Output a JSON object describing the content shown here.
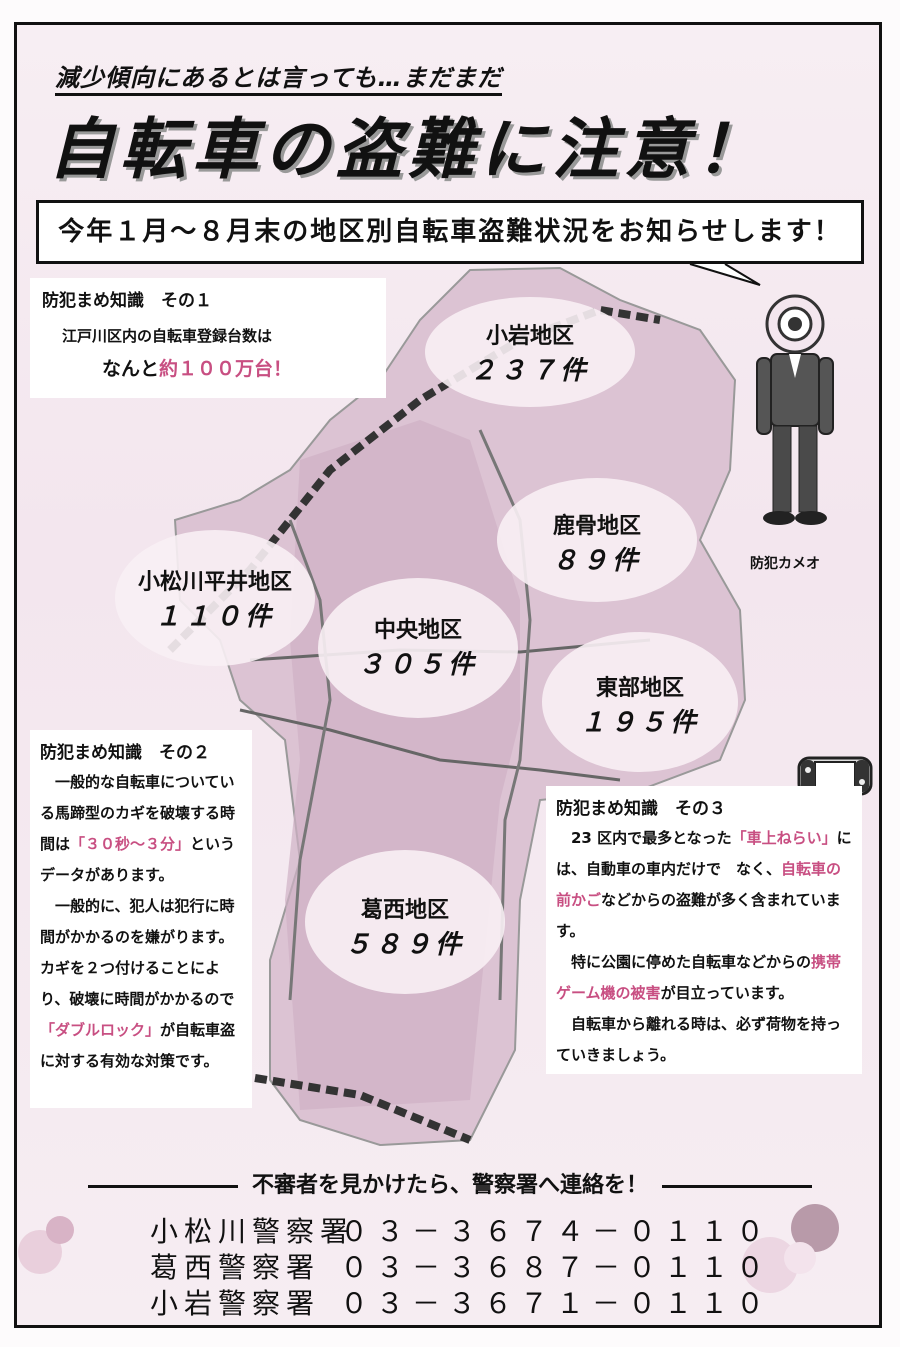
{
  "header": {
    "subtitle": "減少傾向にあるとは言っても…まだまだ",
    "title": "自転車の盗難に注意！",
    "banner": "今年１月～８月末の地区別自転車盗難状況をお知らせします！"
  },
  "districts": [
    {
      "name": "小岩地区",
      "count": "２３７件"
    },
    {
      "name": "鹿骨地区",
      "count": "８９件"
    },
    {
      "name": "小松川平井地区",
      "count": "１１０件"
    },
    {
      "name": "中央地区",
      "count": "３０５件"
    },
    {
      "name": "東部地区",
      "count": "１９５件"
    },
    {
      "name": "葛西地区",
      "count": "５８９件"
    }
  ],
  "tips": {
    "tip1": {
      "heading": "防犯まめ知識　その１",
      "line1": "江戸川区内の自転車登録台数は",
      "line2_a": "なんと",
      "line2_b": "約１００万台！"
    },
    "tip2": {
      "heading": "防犯まめ知識　その２",
      "p1": "　一般的な自転車についている馬蹄型のカギを破壊する時間は",
      "p1_em": "「３０秒～３分」",
      "p1_end": "というデータがあります。",
      "p2": "　一般的に、犯人は犯行に時間がかかるのを嫌がります。カギを２つ付けることにより、破壊に時間がかかるので",
      "p2_em": "「ダブルロック」",
      "p2_end": "が自転車盗に対する有効な対策です。"
    },
    "tip3": {
      "heading": "防犯まめ知識　その３",
      "p1_a": "　23 区内で最多となった",
      "p1_em1": "「車上ねらい」",
      "p1_b": "には、自動車の車内だけで　なく、",
      "p1_em2": "自転車の前かご",
      "p1_c": "などからの盗難が多く含まれています。",
      "p2_a": "　特に公園に停めた自転車などからの",
      "p2_em": "携帯ゲーム機の被害",
      "p2_b": "が目立っています。",
      "p3": "　自転車から離れる時は、必ず荷物を持っていきましょう。"
    }
  },
  "mascot": {
    "label": "防犯カメオ"
  },
  "contact": {
    "heading": "不審者を見かけたら、警察署へ連絡を！",
    "stations": [
      {
        "name": "小松川警察署",
        "phone": "０３－３６７４－０１１０"
      },
      {
        "name": "葛西警察署",
        "phone": "０３－３６８７－０１１０"
      },
      {
        "name": "小岩警察署",
        "phone": "０３－３６７１－０１１０"
      }
    ]
  },
  "colors": {
    "accent": "#c84f82",
    "map_fill": "#d9bfd0"
  }
}
